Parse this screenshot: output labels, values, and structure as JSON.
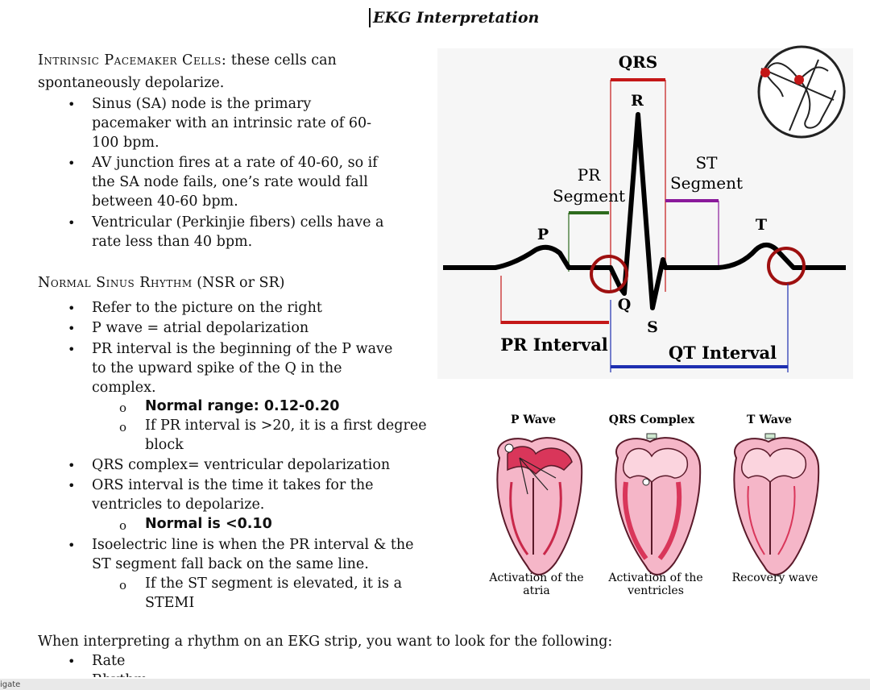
{
  "title": "EKG Interpretation",
  "section1": {
    "heading": "Intrinsic Pacemaker Cells:",
    "heading_rest": " these cells can",
    "line2": "spontaneously depolarize.",
    "bullets": [
      [
        "Sinus (SA) node is the primary",
        "pacemaker with an intrinsic rate of 60-",
        "100 bpm."
      ],
      [
        "AV junction fires at a rate of 40-60, so if",
        "the SA node fails, one’s rate would fall",
        "between 40-60 bpm."
      ],
      [
        "Ventricular (Perkinjie fibers) cells have a",
        "rate less than 40 bpm."
      ]
    ]
  },
  "section2": {
    "heading": "Normal Sinus Rhythm",
    "heading_rest": " (NSR or SR)",
    "b1": "Refer to the picture on the right",
    "b2": "P wave = atrial depolarization",
    "b3": [
      "PR interval is the beginning of the P wave",
      "to the upward spike of the Q in the",
      "complex."
    ],
    "b3_sub1": "Normal range: 0.12-0.20",
    "b3_sub2": [
      "If PR interval is >20, it is a first degree",
      "block"
    ],
    "b4": "QRS complex= ventricular depolarization",
    "b5": [
      "ORS interval is the time it takes for the",
      "ventricles to depolarize."
    ],
    "b5_sub1": "Normal is <0.10",
    "b6": [
      "Isoelectric line is when the PR interval & the",
      "ST segment fall back on the same line."
    ],
    "b6_sub1": [
      "If the ST segment is elevated, it is a",
      "STEMI"
    ]
  },
  "closing": {
    "line": "When interpreting a rhythm on an EKG strip, you want to look for the following:",
    "bullet1": "Rate",
    "bullet2_partial": "Rhythm"
  },
  "ekg": {
    "qrs": "QRS",
    "r": "R",
    "st1": "ST",
    "st2": "Segment",
    "pr1": "PR",
    "pr2": "Segment",
    "p": "P",
    "t": "T",
    "q": "Q",
    "s": "S",
    "pr_interval": "PR Interval",
    "qt_interval": "QT Interval",
    "colors": {
      "red": "#c41717",
      "green": "#2e6b1e",
      "purple": "#8a1a9b",
      "blue": "#1e2fb0",
      "circle": "#9e1010"
    }
  },
  "hearts": {
    "labels": [
      "P Wave",
      "QRS Complex",
      "T Wave"
    ],
    "captions": [
      [
        "Activation of the",
        "atria"
      ],
      [
        "Activation of the",
        "ventricles"
      ],
      [
        "Recovery wave",
        ""
      ]
    ]
  },
  "footer": "igate"
}
